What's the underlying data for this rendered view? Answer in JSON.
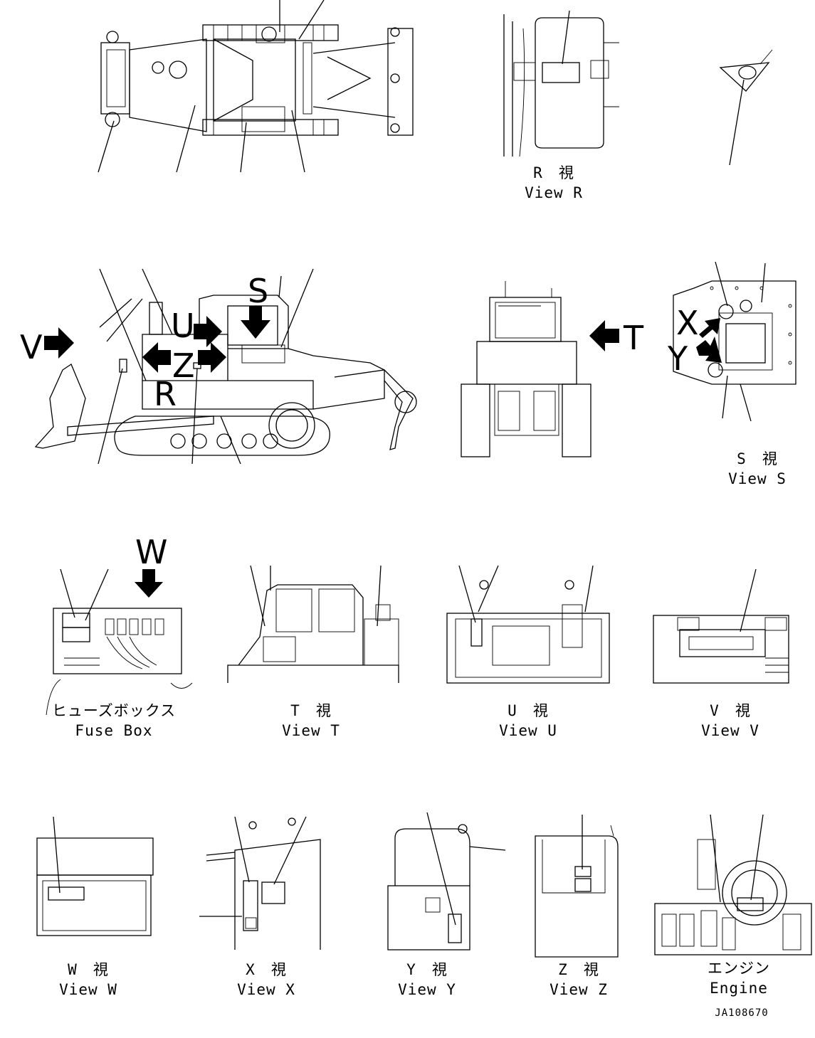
{
  "drawing": {
    "code": "JA108670"
  },
  "main_views": {
    "side_letters": {
      "V": "V",
      "U": "U",
      "S": "S",
      "Z": "Z",
      "R": "R",
      "T": "T",
      "X": "X",
      "Y": "Y",
      "W": "W"
    }
  },
  "captions": {
    "view_r": {
      "jp": "R　視",
      "en": "View R"
    },
    "view_s": {
      "jp": "S　視",
      "en": "View S"
    },
    "fuse_box": {
      "jp": "ヒューズボックス",
      "en": "Fuse Box"
    },
    "view_t": {
      "jp": "T　視",
      "en": "View T"
    },
    "view_u": {
      "jp": "U　視",
      "en": "View U"
    },
    "view_v": {
      "jp": "V　視",
      "en": "View V"
    },
    "view_w": {
      "jp": "W　視",
      "en": "View W"
    },
    "view_x": {
      "jp": "X　視",
      "en": "View X"
    },
    "view_y": {
      "jp": "Y　視",
      "en": "View Y"
    },
    "view_z": {
      "jp": "Z　視",
      "en": "View Z"
    },
    "engine": {
      "jp": "エンジン",
      "en": "Engine"
    }
  }
}
